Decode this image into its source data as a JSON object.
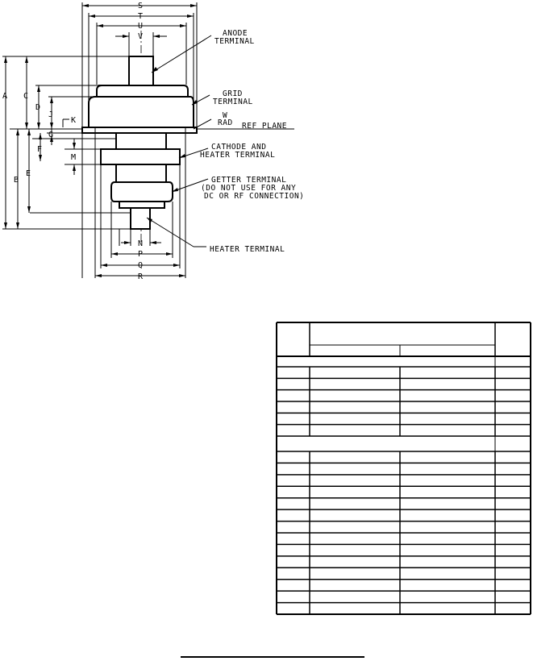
{
  "dimension_letters": [
    "S",
    "T",
    "U",
    "V",
    "A",
    "C",
    "D",
    "J",
    "K",
    "W",
    "G",
    "F",
    "M",
    "B",
    "E",
    "N",
    "P",
    "Q",
    "R"
  ],
  "callouts": {
    "anode": [
      "ANODE",
      "TERMINAL"
    ],
    "grid": [
      "GRID",
      "TERMINAL"
    ],
    "w_rad": [
      "W",
      "RAD"
    ],
    "ref_plane": "REF PLANE",
    "cathode": [
      "CATHODE AND",
      "HEATER TERMINAL"
    ],
    "getter": [
      "GETTER TERMINAL",
      "(DO NOT USE FOR ANY",
      "DC OR RF CONNECTION)"
    ],
    "heater": "HEATER TERMINAL"
  },
  "table": {
    "header_cells": [
      "",
      "",
      "",
      "",
      ""
    ],
    "section1_rows": 6,
    "section2_rows": 14
  }
}
